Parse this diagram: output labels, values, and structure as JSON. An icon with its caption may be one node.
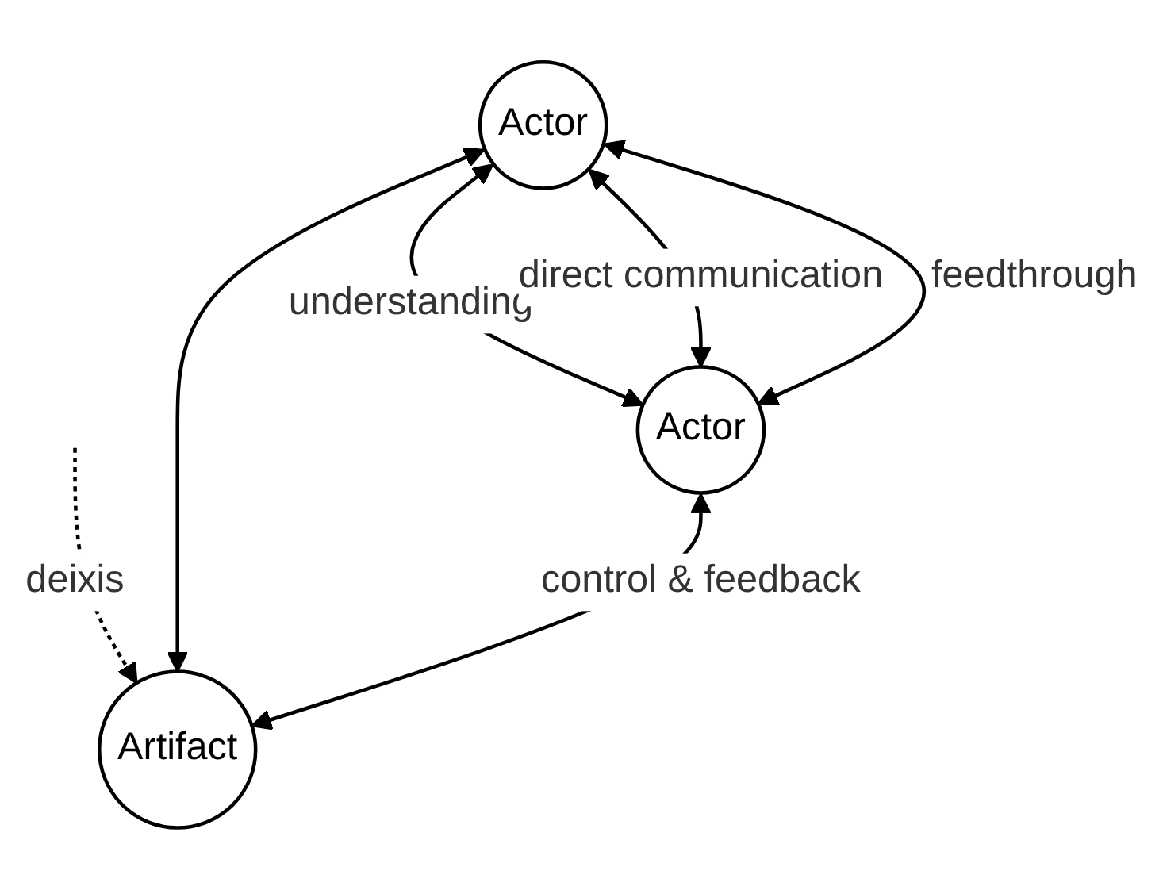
{
  "diagram": {
    "nodes": [
      {
        "text": [
          "Actor"
        ]
      },
      {
        "text": [
          "Actor"
        ]
      },
      {
        "text": [
          "Artifact"
        ]
      }
    ],
    "edges": [
      {
        "from": 0,
        "to": 1,
        "arrow": "both",
        "label": "understanding"
      },
      {
        "from": 0,
        "to": 1,
        "arrow": "both",
        "label": "direct communication"
      },
      {
        "from": null,
        "to": 2,
        "arrow": "to",
        "style": "dashed",
        "label": "deixis"
      },
      {
        "from": 0,
        "to": 2,
        "arrow": "both"
      },
      {
        "from": 0,
        "to": 1,
        "arrow": "both",
        "label": "feedthrough"
      },
      {
        "from": 1,
        "to": 2,
        "arrow": "both",
        "label": "control & feedback"
      }
    ]
  }
}
